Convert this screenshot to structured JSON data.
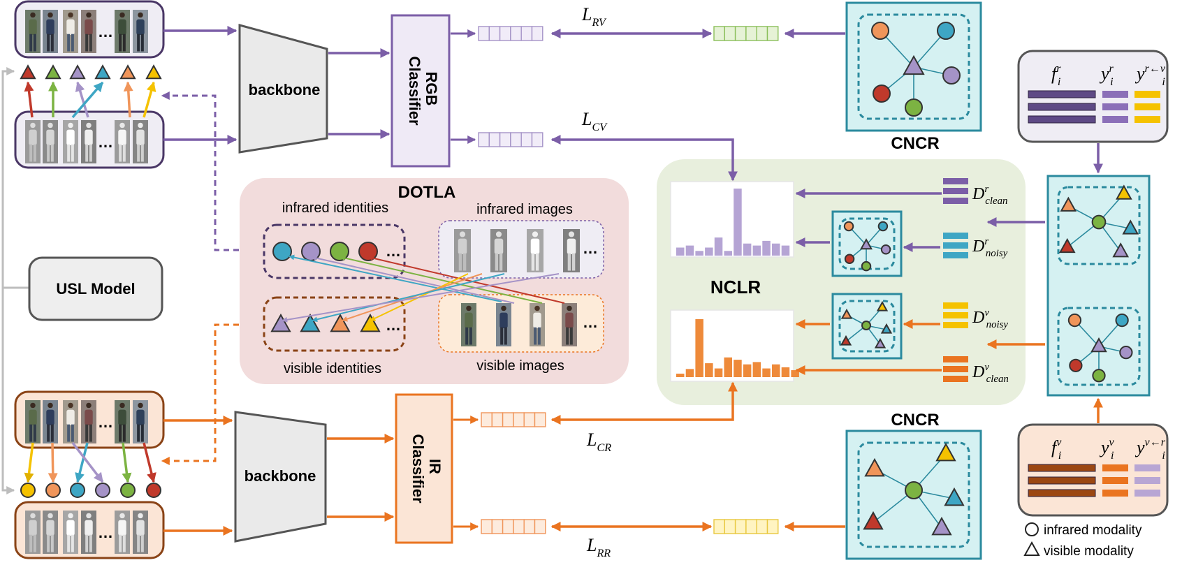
{
  "modules": {
    "backbone_top": "backbone",
    "backbone_bottom": "backbone",
    "rgb_classifier": [
      "RGB",
      "Classifier"
    ],
    "ir_classifier": [
      "IR",
      "Classifier"
    ],
    "usl_model": "USL Model",
    "cncr_top": "CNCR",
    "cncr_bottom": "CNCR",
    "dotla": "DOTLA",
    "nclr": "NCLR"
  },
  "dotla": {
    "infrared_identities": "infrared identities",
    "infrared_images": "infrared images",
    "visible_identities": "visible identities",
    "visible_images": "visible images"
  },
  "losses": {
    "rv": {
      "base": "L",
      "sub": "RV"
    },
    "cv": {
      "base": "L",
      "sub": "CV"
    },
    "cr": {
      "base": "L",
      "sub": "CR"
    },
    "rr": {
      "base": "L",
      "sub": "RR"
    }
  },
  "datasets": {
    "r_clean": {
      "base": "D",
      "sup": "r",
      "sub": "clean"
    },
    "r_noisy": {
      "base": "D",
      "sup": "r",
      "sub": "noisy"
    },
    "v_noisy": {
      "base": "D",
      "sup": "v",
      "sub": "noisy"
    },
    "v_clean": {
      "base": "D",
      "sup": "v",
      "sub": "clean"
    }
  },
  "feature_top": [
    {
      "base": "f",
      "sub": "i",
      "sup": "r"
    },
    {
      "base": "y",
      "sub": "i",
      "sup": "r"
    },
    {
      "base": "y",
      "sub": "i",
      "sup": "r←v"
    }
  ],
  "feature_bottom": [
    {
      "base": "f",
      "sub": "i",
      "sup": "v"
    },
    {
      "base": "y",
      "sub": "i",
      "sup": "v"
    },
    {
      "base": "y",
      "sub": "i",
      "sup": "v←r"
    }
  ],
  "legend": {
    "infrared": "infrared modality",
    "visible": "visible modality"
  },
  "ellipsis": "…",
  "colors": {
    "purple": "#7b5ea7",
    "orange": "#ea7420",
    "teal": "#2b8a9e",
    "red": "#c0392b",
    "green": "#7cb342",
    "lavender": "#a593c7",
    "sky": "#3ea6c4",
    "salmon": "#f0955a",
    "yellow": "#f5c200"
  },
  "histograms": {
    "top": [
      0.12,
      0.15,
      0.07,
      0.12,
      0.27,
      0.07,
      1.0,
      0.18,
      0.15,
      0.22,
      0.18,
      0.15
    ],
    "bottom": [
      0.06,
      0.14,
      1.0,
      0.24,
      0.15,
      0.34,
      0.3,
      0.22,
      0.26,
      0.15,
      0.22,
      0.17,
      0.12
    ]
  }
}
